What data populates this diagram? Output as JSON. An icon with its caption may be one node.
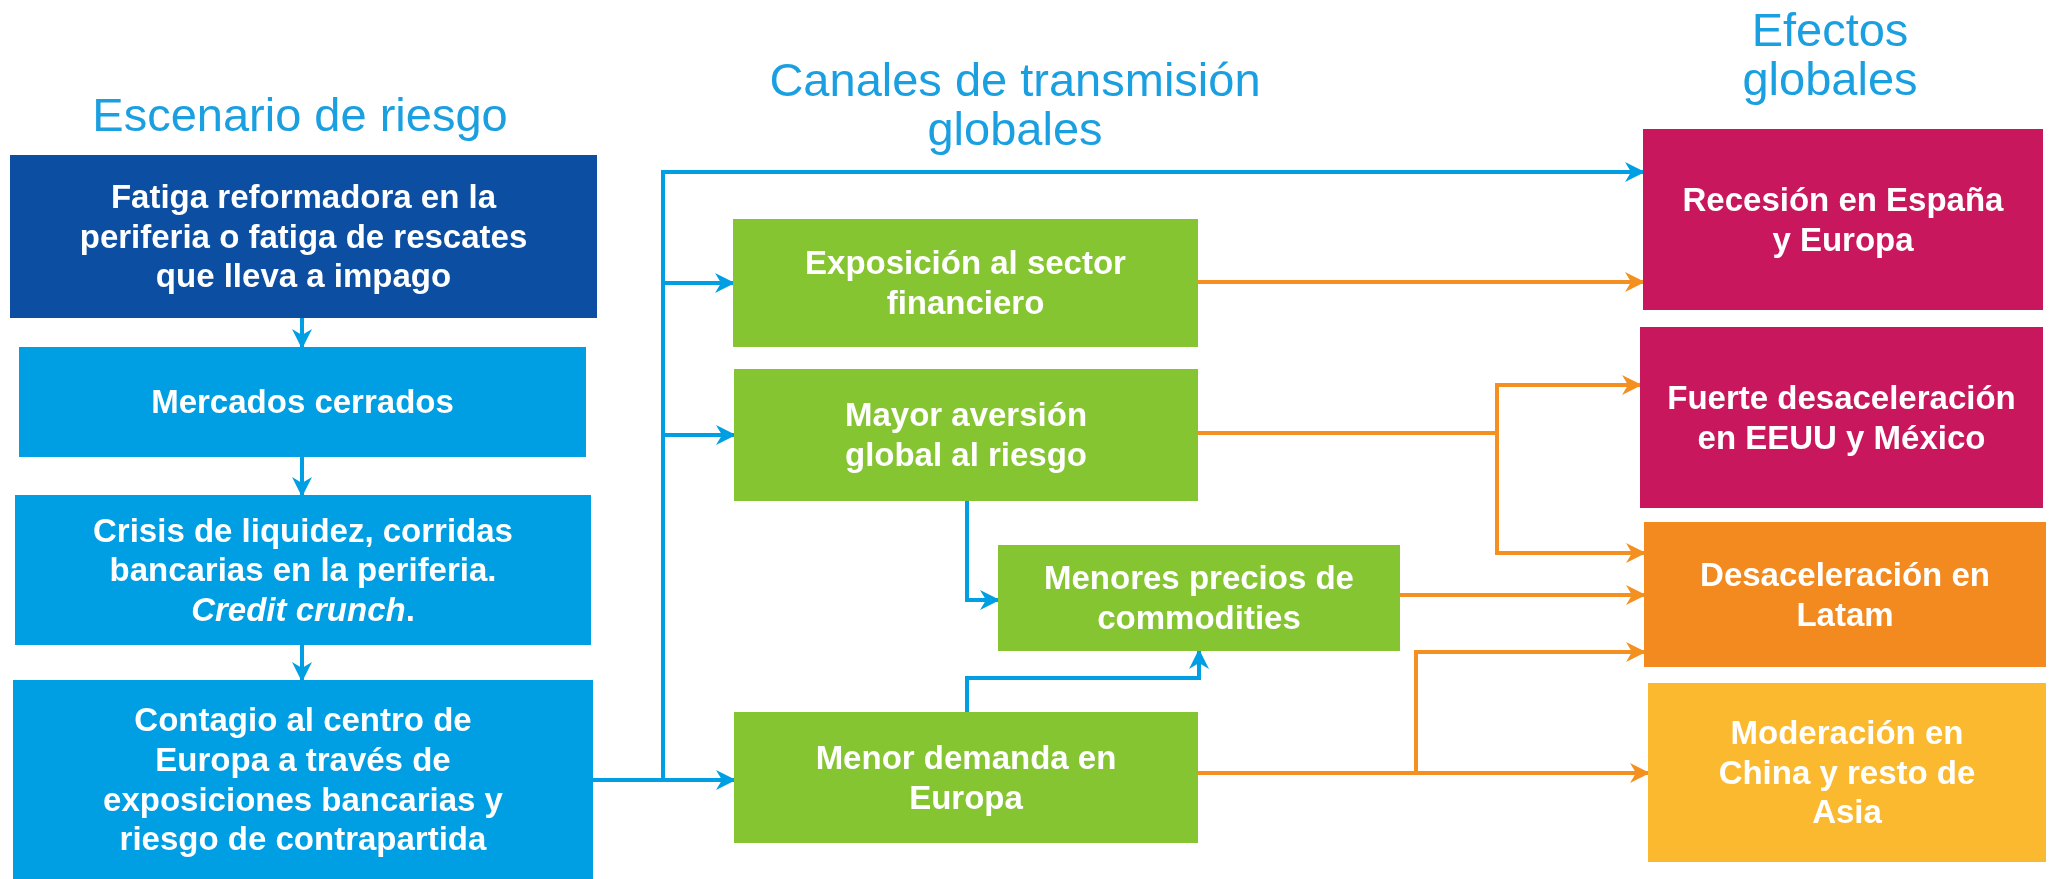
{
  "diagram": {
    "nodes": [
      {
        "text": [
          "Fatiga reformadora en la periferia o fatiga de rescates que lleva a impago"
        ]
      },
      {
        "text": [
          "Mercados cerrados"
        ]
      },
      {
        "text": [
          "Crisis de liquidez, corridas bancarias en la periferia. *Credit crunch*."
        ]
      },
      {
        "text": [
          "Contagio al centro de Europa a través de exposiciones bancarias y riesgo de contrapartida"
        ]
      },
      {
        "text": [
          "Exposición al sector financiero"
        ]
      },
      {
        "text": [
          "Mayor aversión global al riesgo"
        ]
      },
      {
        "text": [
          "Menores precios de commodities"
        ]
      },
      {
        "text": [
          "Menor demanda en Europa"
        ]
      },
      {
        "text": [
          "Recesión en España y Europa"
        ]
      },
      {
        "text": [
          "Fuerte desaceleración en EEUU y México"
        ]
      },
      {
        "text": [
          "Desaceleración en Latam"
        ]
      },
      {
        "text": [
          "Moderación en China y resto de Asia"
        ]
      }
    ],
    "edges": [
      {
        "from": 0,
        "to": 1,
        "arrow": "to"
      },
      {
        "from": 1,
        "to": 2,
        "arrow": "to"
      },
      {
        "from": 2,
        "to": 3,
        "arrow": "to"
      },
      {
        "from": 3,
        "to": 8,
        "arrow": "to"
      },
      {
        "from": 3,
        "to": 4,
        "arrow": "to"
      },
      {
        "from": 3,
        "to": 5,
        "arrow": "to"
      },
      {
        "from": 3,
        "to": 7,
        "arrow": "to"
      },
      {
        "from": 5,
        "to": 6,
        "arrow": "to"
      },
      {
        "from": 7,
        "to": 6,
        "arrow": "to"
      },
      {
        "from": 4,
        "to": 8,
        "arrow": "to",
        "color": "#f39020"
      },
      {
        "from": 5,
        "to": 9,
        "arrow": "to",
        "color": "#f39020"
      },
      {
        "from": 5,
        "to": 10,
        "arrow": "to",
        "color": "#f39020"
      },
      {
        "from": 6,
        "to": 10,
        "arrow": "to",
        "color": "#f39020"
      },
      {
        "from": 7,
        "to": 10,
        "arrow": "to",
        "color": "#f39020"
      },
      {
        "from": 7,
        "to": 11,
        "arrow": "to",
        "color": "#f39020"
      }
    ],
    "labels": [
      "Escenario de riesgo",
      "Canales de transmisión globales",
      "Efectos globales"
    ]
  }
}
